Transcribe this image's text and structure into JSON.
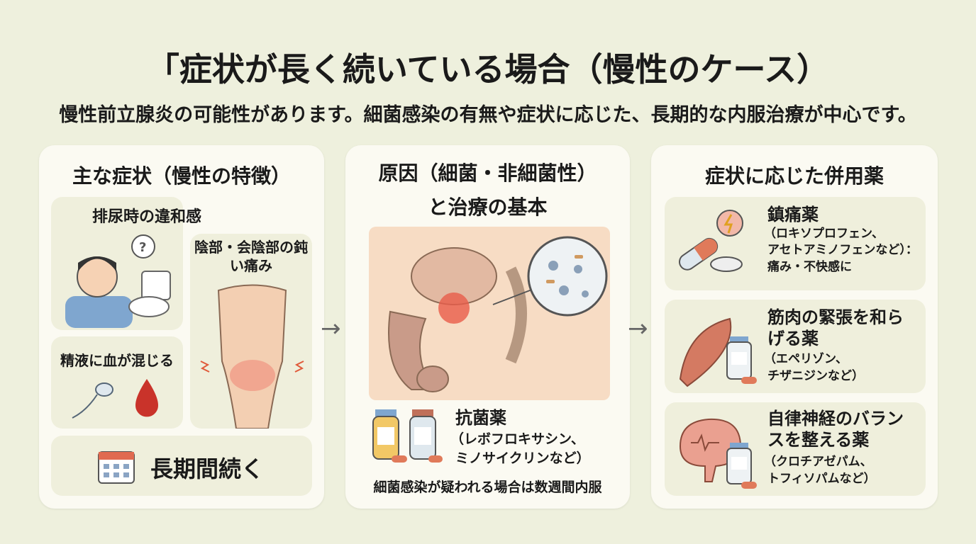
{
  "title": "「症状が長く続いている場合（慢性のケース）",
  "subtitle": "慢性前立腺炎の可能性があります。細菌感染の有無や症状に応じた、長期的な内服治療が中心です。",
  "left": {
    "heading": "主な症状（慢性の特徴）",
    "urination": "排尿時の違和感",
    "pain": "陰部・会陰部の鈍い痛み",
    "blood": "精液に血が混じる",
    "duration": "長期間続く"
  },
  "middle": {
    "heading_line1": "原因（細菌・非細菌性）",
    "heading_line2": "と治療の基本",
    "drug_title": "抗菌薬",
    "drug_examples_1": "（レボフロキサシン、",
    "drug_examples_2": "ミノサイクリンなど）",
    "note": "細菌感染が疑われる場合は数週間内服"
  },
  "right": {
    "heading": "症状に応じた併用薬",
    "items": [
      {
        "title": "鎮痛薬",
        "lines": [
          "（ロキソプロフェン、",
          "アセトアミノフェンなど）：",
          "痛み・不快感に"
        ]
      },
      {
        "title": "筋肉の緊張を和らげる薬",
        "lines": [
          "（エペリゾン、",
          "チザニジンなど）"
        ]
      },
      {
        "title": "自律神経のバランスを整える薬",
        "lines": [
          "（クロチアゼパム、",
          "トフィソパムなど）"
        ]
      }
    ]
  }
}
